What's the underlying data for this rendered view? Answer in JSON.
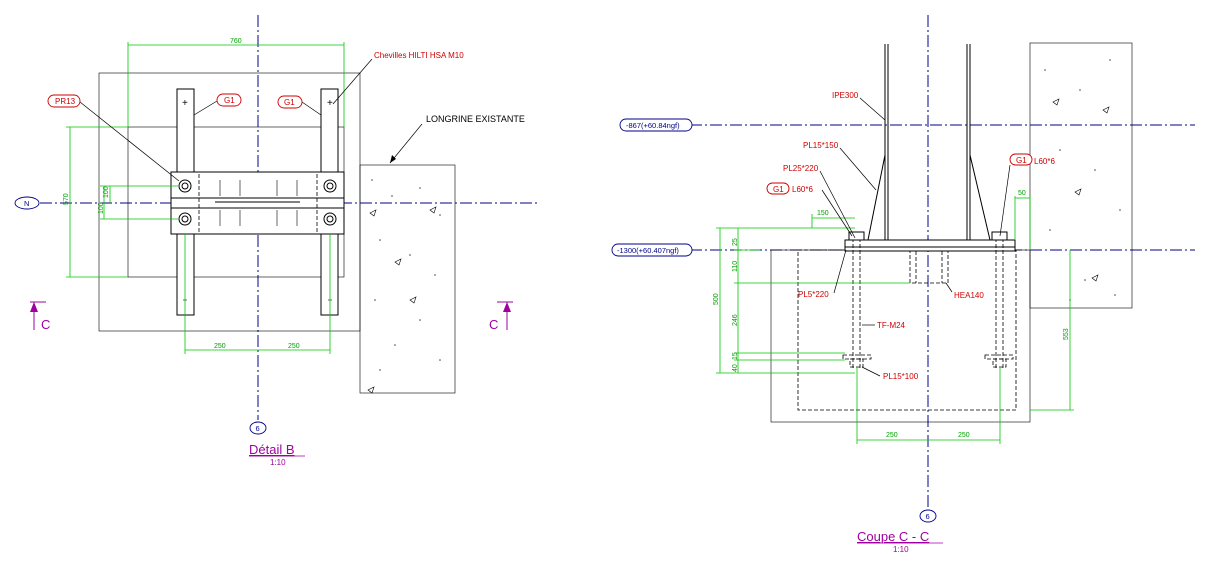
{
  "detail_b": {
    "title": "Détail B",
    "scale": "1:10",
    "anchor_note": "Chevilles HILTI HSA  M10",
    "beam_note": "LONGRINE EXISTANTE",
    "tag_pr": "PR13",
    "tag_g1_a": "G1",
    "tag_g1_b": "G1",
    "axis_n": "N",
    "axis_6": "6",
    "section_left": "C",
    "section_right": "C",
    "dim_top": "760",
    "dim_left_big": "570",
    "dim_left_a": "100",
    "dim_left_b": "100",
    "dim_bottom_a": "250",
    "dim_bottom_b": "250"
  },
  "coupe_cc": {
    "title": "Coupe C - C",
    "scale": "1:10",
    "level_upper": "-867(+60.84ngf)",
    "level_lower": "-1300(+60.407ngf)",
    "axis_6": "6",
    "ipe": "IPE300",
    "pl15_150": "PL15*150",
    "pl25_220": "PL25*220",
    "l60_left": "L60*6",
    "l60_right": "L60*6",
    "tag_g1_left": "G1",
    "tag_g1_right": "G1",
    "pl5_220": "PL5*220",
    "hea140": "HEA140",
    "tf_m24": "TF-M24",
    "pl15_100": "PL15*100",
    "dim_150": "150",
    "dim_50": "50",
    "dim_25": "25",
    "dim_110": "110",
    "dim_500": "500",
    "dim_246": "246",
    "dim_15": "15",
    "dim_40": "40",
    "dim_553": "553",
    "dim_bottom_a": "250",
    "dim_bottom_b": "250"
  }
}
